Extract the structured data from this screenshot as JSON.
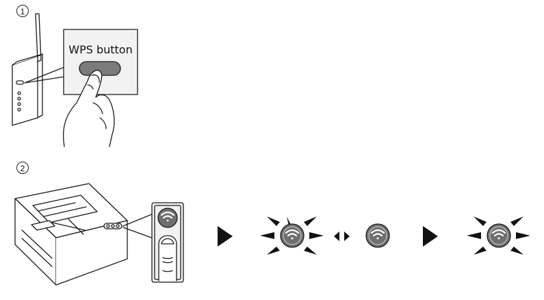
{
  "steps": [
    {
      "number": "1"
    },
    {
      "number": "2"
    }
  ],
  "wps_panel": {
    "label": "WPS button"
  },
  "icons": {
    "router": "router-icon",
    "hand": "pointing-hand-icon",
    "printer": "printer-icon",
    "wifi": "wifi-icon",
    "arrow": "arrow-right-icon",
    "alternate": "alternate-arrows-icon"
  },
  "colors": {
    "line": "#1a1a1a",
    "panel_fill": "#f2f2f2",
    "button_fill": "#7b7b7b",
    "wifi_button": "#6f6f6f"
  }
}
